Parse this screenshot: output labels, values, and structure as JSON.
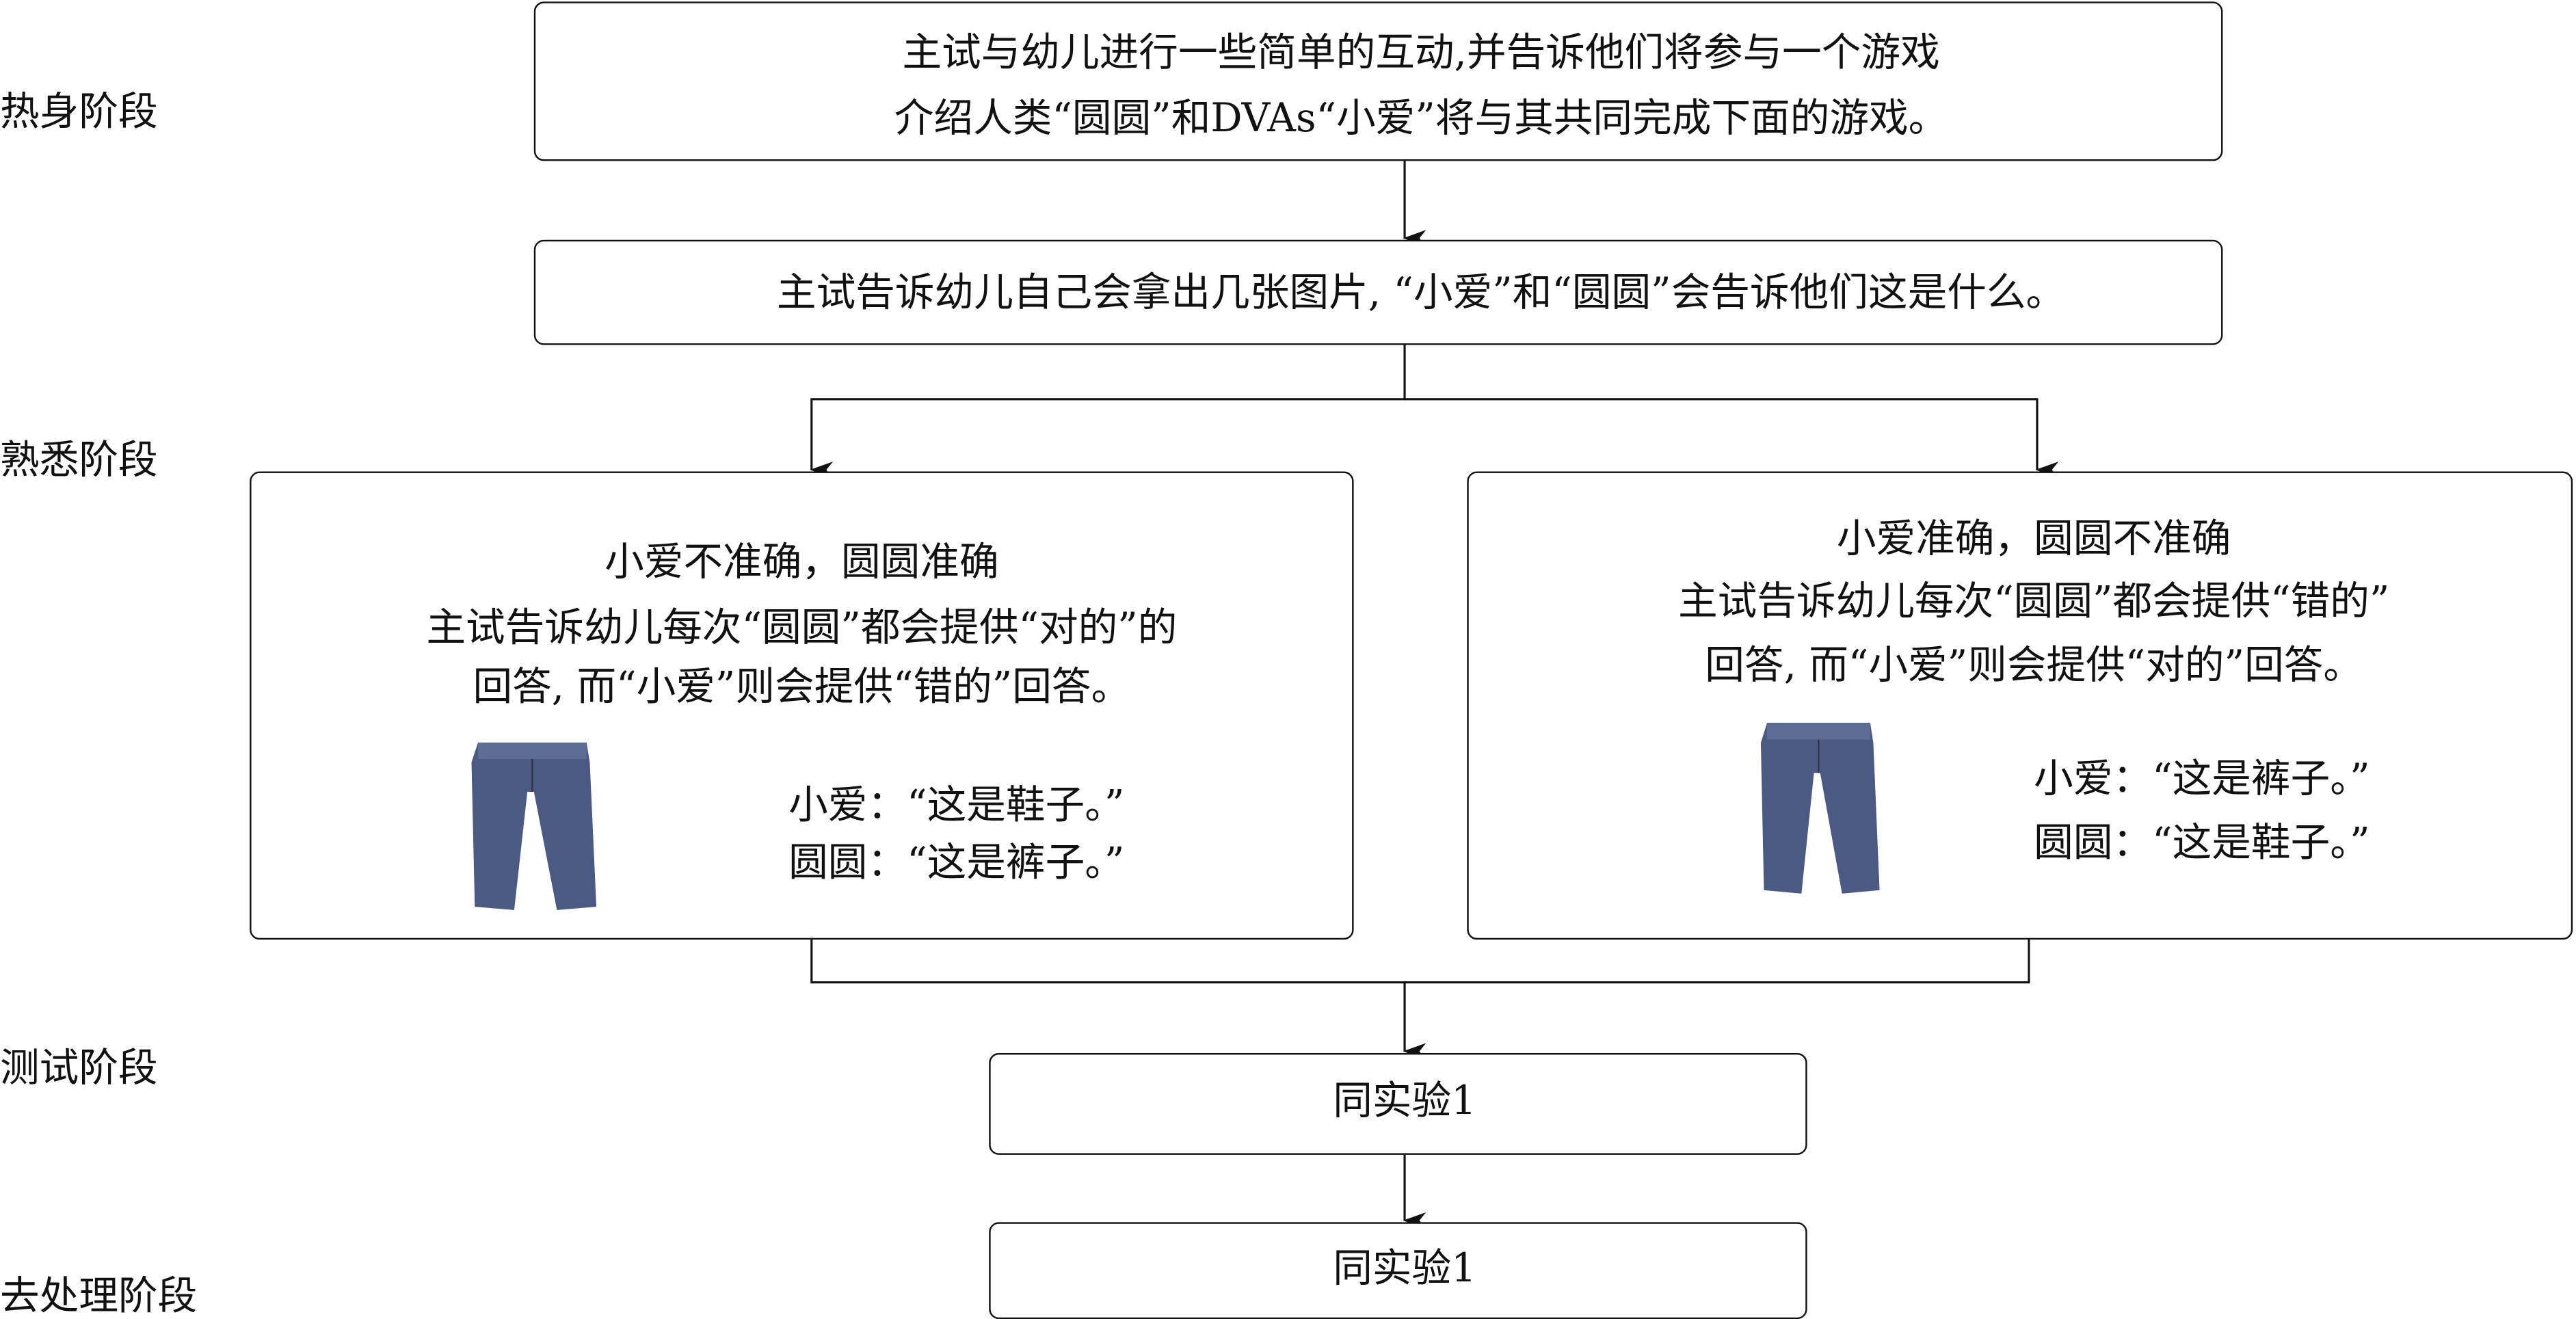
{
  "stages": {
    "warmup": "热身阶段",
    "familiarization": "熟悉阶段",
    "test": "测试阶段",
    "debias": "去处理阶段"
  },
  "box_intro": {
    "line1": "主试与幼儿进行一些简单的互动,并告诉他们将参与一个游戏",
    "line2": "介绍人类“圆圆”和DVAs“小爱”将与其共同完成下面的游戏。"
  },
  "box_pictures": {
    "text": "主试告诉幼儿自己会拿出几张图片, “小爱”和“圆圆”会告诉他们这是什么。"
  },
  "condition_left": {
    "title": "小爱不准确，圆圆准确",
    "line1": "主试告诉幼儿每次“圆圆”都会提供“对的”的",
    "line2": "回答, 而“小爱”则会提供“错的”回答。",
    "dialogue1": "小爱：“这是鞋子。”",
    "dialogue2": "圆圆：“这是裤子。”",
    "image": "jeans-image"
  },
  "condition_right": {
    "title": "小爱准确，圆圆不准确",
    "line1": "主试告诉幼儿每次“圆圆”都会提供“错的”",
    "line2": "回答, 而“小爱”则会提供“对的”回答。",
    "dialogue1": "小爱：“这是裤子。”",
    "dialogue2": "圆圆：“这是鞋子。”",
    "image": "jeans-image"
  },
  "box_test": {
    "text": "同实验1"
  },
  "box_debias": {
    "text": "同实验1"
  },
  "colors": {
    "line": "#111111",
    "denim": "#4a5a85"
  }
}
